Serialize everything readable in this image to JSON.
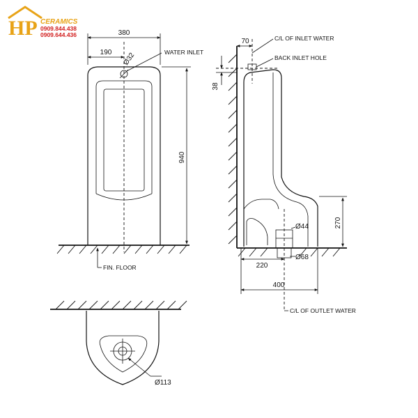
{
  "logo": {
    "brand": "HP",
    "subtitle": "CERAMICS",
    "phone1": "0909.844.438",
    "phone2": "0909.644.436",
    "colors": {
      "brand": "#e8a317",
      "phone": "#d22020"
    }
  },
  "front_view": {
    "width_dim": "380",
    "half_width_dim": "190",
    "inlet_dia": "Ø32",
    "height_dim": "940",
    "water_inlet_label": "WATER INLET",
    "floor_label": "FIN. FLOOR"
  },
  "side_view": {
    "inlet_offset_dim": "70",
    "inlet_drop_dim": "38",
    "inlet_water_label": "C/L OF INLET WATER",
    "back_inlet_label": "BACK INLET HOLE",
    "outlet_height_dim": "270",
    "outlet_dia_inner": "Ø44",
    "outlet_dia_outer": "Ø68",
    "outlet_offset_dim": "220",
    "depth_dim": "400",
    "outlet_water_label": "C/L OF OUTLET WATER"
  },
  "top_view": {
    "drain_dia": "Ø113"
  }
}
